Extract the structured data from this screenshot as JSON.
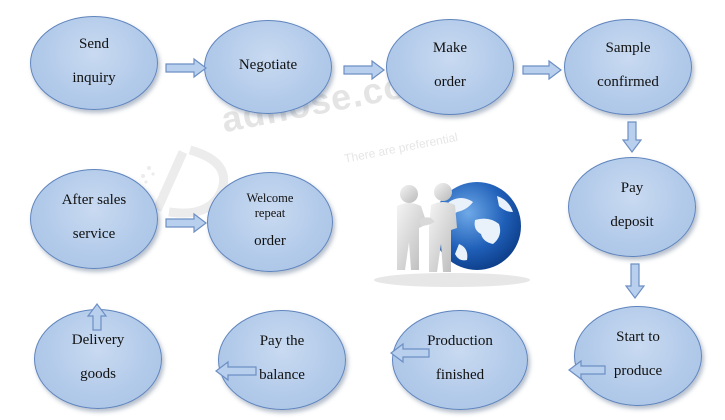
{
  "watermark": {
    "brand": "adnose.com",
    "tagline": "There are preferential"
  },
  "illustration": {
    "icon": "handshake-globe-icon"
  },
  "colors": {
    "node_fill": "#b3cbea",
    "node_border": "#5f84bd",
    "arrow_fill": "#b8d0ee",
    "arrow_border": "#6d8fc4"
  },
  "steps": [
    {
      "id": "send-inquiry",
      "lines": [
        "Send",
        "inquiry"
      ]
    },
    {
      "id": "negotiate",
      "lines": [
        "Negotiate"
      ]
    },
    {
      "id": "make-order",
      "lines": [
        "Make",
        "order"
      ]
    },
    {
      "id": "sample-confirmed",
      "lines": [
        "Sample",
        "confirmed"
      ]
    },
    {
      "id": "pay-deposit",
      "lines": [
        "Pay",
        "deposit"
      ]
    },
    {
      "id": "start-to-produce",
      "lines": [
        "Start to",
        "produce"
      ]
    },
    {
      "id": "production-finished",
      "lines": [
        "Production",
        "finished"
      ]
    },
    {
      "id": "pay-the-balance",
      "lines": [
        "Pay the",
        "balance"
      ]
    },
    {
      "id": "delivery-goods",
      "lines": [
        "Delivery",
        "goods"
      ]
    },
    {
      "id": "after-sales-service",
      "lines": [
        "After sales",
        "service"
      ]
    },
    {
      "id": "welcome-repeat-order",
      "lines": [
        "Welcome",
        "repeat",
        "order"
      ]
    }
  ]
}
